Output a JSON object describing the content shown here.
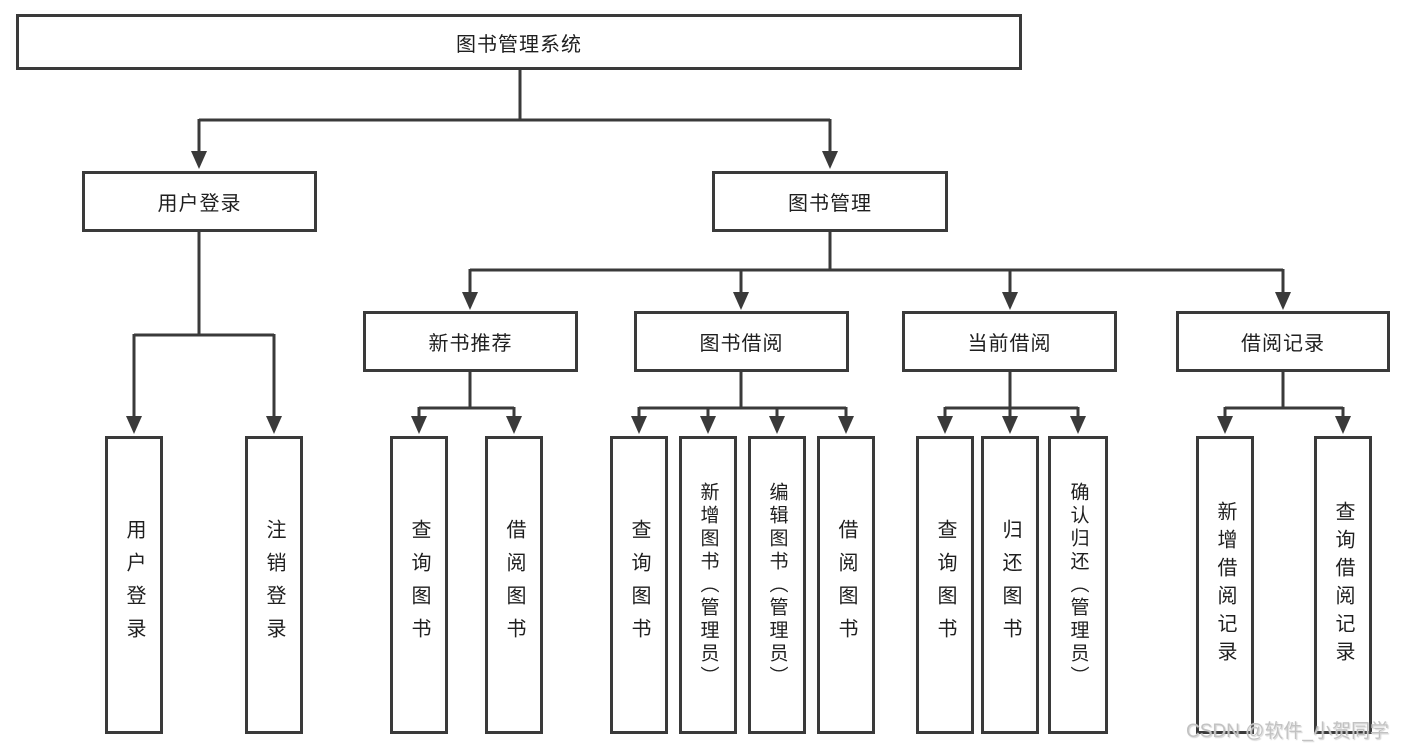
{
  "page": {
    "background": "#ffffff"
  },
  "colors": {
    "line": "#3a3a3a",
    "box_border": "#3a3a3a",
    "text": "#1f1f1f",
    "watermark": "#c2c2c2"
  },
  "tree": {
    "root": {
      "label": "图书管理系统",
      "children": [
        {
          "label": "用户登录",
          "children": [
            {
              "label": "用户登录"
            },
            {
              "label": "注销登录"
            }
          ]
        },
        {
          "label": "图书管理",
          "children": [
            {
              "label": "新书推荐",
              "children": [
                {
                  "label": "查询图书"
                },
                {
                  "label": "借阅图书"
                }
              ]
            },
            {
              "label": "图书借阅",
              "children": [
                {
                  "label": "查询图书"
                },
                {
                  "label": "新增图书（管理员）"
                },
                {
                  "label": "编辑图书（管理员）"
                },
                {
                  "label": "借阅图书"
                }
              ]
            },
            {
              "label": "当前借阅",
              "children": [
                {
                  "label": "查询图书"
                },
                {
                  "label": "归还图书"
                },
                {
                  "label": "确认归还（管理员）"
                }
              ]
            },
            {
              "label": "借阅记录",
              "children": [
                {
                  "label": "新增借阅记录"
                },
                {
                  "label": "查询借阅记录"
                }
              ]
            }
          ]
        }
      ]
    }
  },
  "watermark": {
    "text": "CSDN @软件_小贺同学"
  }
}
